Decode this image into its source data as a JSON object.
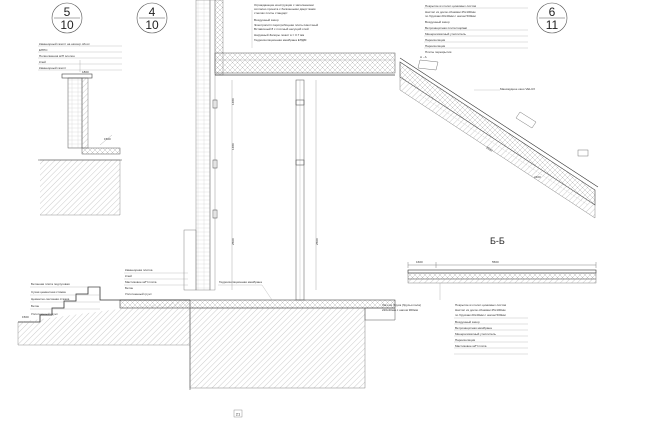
{
  "markers": [
    {
      "top": "5",
      "bottom": "10"
    },
    {
      "top": "4",
      "bottom": "10"
    },
    {
      "top": "6",
      "bottom": "11"
    }
  ],
  "section_label": "Б-Б",
  "page_number": "21",
  "callout_left_top": [
    "Камнеорный газопт на нахоцп обоот",
    "ЕППС",
    "Полиолменов м/П элопон",
    "Клей",
    "Камнеорный газопт"
  ],
  "callout_stairs": [
    "Бетонная плита подлуговая",
    "Сухая цементная стяжка",
    "Цементно-песчаная стяжка",
    "Бетон",
    "Уплотненный грунт"
  ],
  "callout_center_floor": [
    "Камнеорная плитка",
    "Клей",
    "Мастиковое м/П плита",
    "Бетон",
    "Уплотненный грунт"
  ],
  "callout_center_top": [
    "Ограждающие конструкции с заполнением",
    "согласно проекта с балконными двергтками",
    "стеклах плиты стандарт",
    "Воздушный зазор",
    "Электропитп паротрибоцная плиты Наотчный",
    "Вставочный 8 с плотный несущий слой",
    "Наружный Запоры ложит в = 0.7 мм",
    "Гидроизоляционная мембрана ЕПДМ"
  ],
  "callout_roof": [
    "Покрытие из полот-цинковых листов",
    "Настил из досок обшивки 25х100мм",
    "по брускам 20х40мм с шагом 500мм",
    "Воздушный зазор",
    "Ветрозащитная плита Isoplaat",
    "Минераловатный утеплитель",
    "Пароизоляция",
    "Пароизоляция",
    "Плиты перекрытия"
  ],
  "callout_bottom_right": [
    "Покрытие из полот-цинковых листов",
    "Настил из досок обшивки 25х100мм",
    "по брускам 20х40мм с шагом 500мм",
    "Воздушный зазор",
    "Ветрозащитная мембрана",
    "Минераловатный утеплитель",
    "Пароизоляция",
    "Мастиковое м/П плита"
  ],
  "callout_bottom_left": [
    "Лаги из бруса (брусья пола)",
    "220х40мм с шагом 900мм"
  ],
  "callout_waterproof": "Гидроизоляционная мембрана",
  "callout_skylight": "Мансардное окно VELUX",
  "label_a": "А - А",
  "dims": {
    "center_a": "1480",
    "center_b": "1480",
    "center_c": "2500",
    "center_d": "2500",
    "roof_a": "2500",
    "roof_b": "2400",
    "bottom_a": "1600",
    "bottom_b": "5500",
    "left_a": "1800",
    "left_b": "1500"
  }
}
